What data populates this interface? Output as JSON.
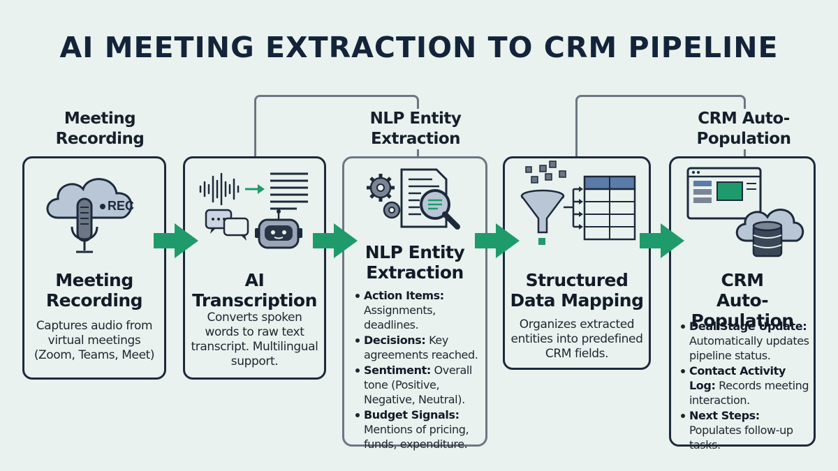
{
  "title": "AI MEETING EXTRACTION TO CRM PIPELINE",
  "colors": {
    "arrow": "#1f9a6b",
    "border": "#1d2a3c",
    "border_alt": "#6c7784",
    "background": "#e9f2ee"
  },
  "top_labels": [
    "Meeting\nRecording",
    "NLP Entity\nExtraction",
    "CRM Auto-\nPopulation"
  ],
  "stages": [
    {
      "icon": "cloud-microphone-icon",
      "rec_badge": "REC",
      "title": "Meeting\nRecording",
      "description": "Captures audio from virtual meetings (Zoom, Teams, Meet)"
    },
    {
      "icon": "waveform-chat-robot-icon",
      "title": "AI\nTranscription",
      "description": "Converts spoken words to raw text transcript. Multilingual support."
    },
    {
      "icon": "gears-document-magnifier-icon",
      "title": "NLP Entity\nExtraction",
      "bullets": [
        {
          "label": "Action Items:",
          "text": " Assignments, deadlines."
        },
        {
          "label": "Decisions:",
          "text": " Key agreements reached."
        },
        {
          "label": "Sentiment:",
          "text": " Overall tone (Positive, Negative, Neutral)."
        },
        {
          "label": "Budget Signals:",
          "text": " Mentions of pricing, funds, expenditure."
        }
      ]
    },
    {
      "icon": "funnel-table-icon",
      "title": "Structured\nData Mapping",
      "description": "Organizes extracted entities into predefined CRM fields."
    },
    {
      "icon": "dashboard-cloud-database-icon",
      "title": "CRM\nAuto-Population",
      "bullets": [
        {
          "label": "Deal Stage Update:",
          "text": " Automatically updates pipeline status."
        },
        {
          "label": "Contact Activity Log:",
          "text": " Records meeting interaction."
        },
        {
          "label": "Next Steps:",
          "text": " Populates follow-up tasks."
        }
      ]
    }
  ]
}
